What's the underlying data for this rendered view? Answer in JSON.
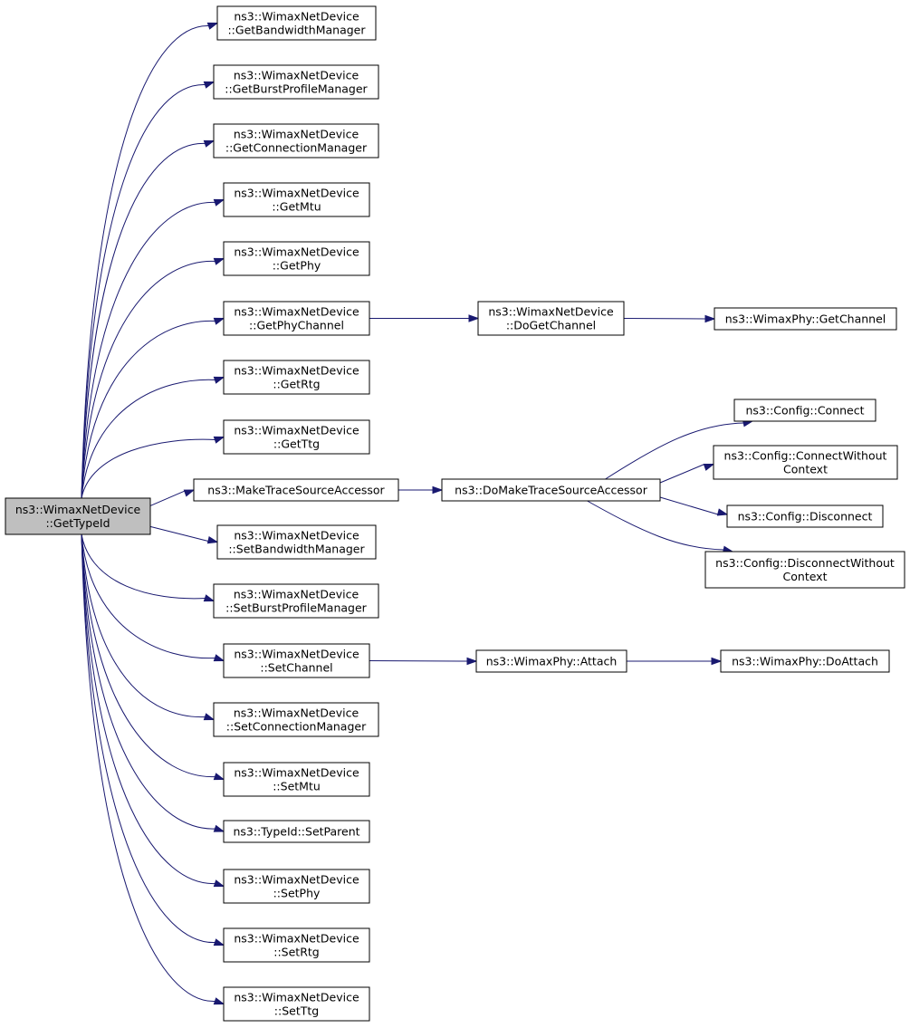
{
  "nodes": [
    {
      "id": "root",
      "lines": [
        "ns3::WimaxNetDevice",
        "::GetTypeId"
      ]
    },
    {
      "id": "gbm",
      "lines": [
        "ns3::WimaxNetDevice",
        "::GetBandwidthManager"
      ]
    },
    {
      "id": "gbpm",
      "lines": [
        "ns3::WimaxNetDevice",
        "::GetBurstProfileManager"
      ]
    },
    {
      "id": "gcm",
      "lines": [
        "ns3::WimaxNetDevice",
        "::GetConnectionManager"
      ]
    },
    {
      "id": "gmtu",
      "lines": [
        "ns3::WimaxNetDevice",
        "::GetMtu"
      ]
    },
    {
      "id": "gphy",
      "lines": [
        "ns3::WimaxNetDevice",
        "::GetPhy"
      ]
    },
    {
      "id": "gphych",
      "lines": [
        "ns3::WimaxNetDevice",
        "::GetPhyChannel"
      ]
    },
    {
      "id": "grtg",
      "lines": [
        "ns3::WimaxNetDevice",
        "::GetRtg"
      ]
    },
    {
      "id": "gttg",
      "lines": [
        "ns3::WimaxNetDevice",
        "::GetTtg"
      ]
    },
    {
      "id": "mtsa",
      "lines": [
        "ns3::MakeTraceSourceAccessor"
      ]
    },
    {
      "id": "sbm",
      "lines": [
        "ns3::WimaxNetDevice",
        "::SetBandwidthManager"
      ]
    },
    {
      "id": "sbpm",
      "lines": [
        "ns3::WimaxNetDevice",
        "::SetBurstProfileManager"
      ]
    },
    {
      "id": "sch",
      "lines": [
        "ns3::WimaxNetDevice",
        "::SetChannel"
      ]
    },
    {
      "id": "scm",
      "lines": [
        "ns3::WimaxNetDevice",
        "::SetConnectionManager"
      ]
    },
    {
      "id": "smtu",
      "lines": [
        "ns3::WimaxNetDevice",
        "::SetMtu"
      ]
    },
    {
      "id": "spar",
      "lines": [
        "ns3::TypeId::SetParent"
      ]
    },
    {
      "id": "sphy",
      "lines": [
        "ns3::WimaxNetDevice",
        "::SetPhy"
      ]
    },
    {
      "id": "srtg",
      "lines": [
        "ns3::WimaxNetDevice",
        "::SetRtg"
      ]
    },
    {
      "id": "sttg",
      "lines": [
        "ns3::WimaxNetDevice",
        "::SetTtg"
      ]
    },
    {
      "id": "dgch",
      "lines": [
        "ns3::WimaxNetDevice",
        "::DoGetChannel"
      ]
    },
    {
      "id": "wgch",
      "lines": [
        "ns3::WimaxPhy::GetChannel"
      ]
    },
    {
      "id": "dmtsa",
      "lines": [
        "ns3::DoMakeTraceSourceAccessor"
      ]
    },
    {
      "id": "cconn",
      "lines": [
        "ns3::Config::Connect"
      ]
    },
    {
      "id": "cconnwc",
      "lines": [
        "ns3::Config::ConnectWithout",
        "Context"
      ]
    },
    {
      "id": "cdisc",
      "lines": [
        "ns3::Config::Disconnect"
      ]
    },
    {
      "id": "cdiscwc",
      "lines": [
        "ns3::Config::DisconnectWithout",
        "Context"
      ]
    },
    {
      "id": "watt",
      "lines": [
        "ns3::WimaxPhy::Attach"
      ]
    },
    {
      "id": "wdoatt",
      "lines": [
        "ns3::WimaxPhy::DoAttach"
      ]
    }
  ],
  "edges": [
    [
      "root",
      "gbm"
    ],
    [
      "root",
      "gbpm"
    ],
    [
      "root",
      "gcm"
    ],
    [
      "root",
      "gmtu"
    ],
    [
      "root",
      "gphy"
    ],
    [
      "root",
      "gphych"
    ],
    [
      "root",
      "grtg"
    ],
    [
      "root",
      "gttg"
    ],
    [
      "root",
      "mtsa"
    ],
    [
      "root",
      "sbm"
    ],
    [
      "root",
      "sbpm"
    ],
    [
      "root",
      "sch"
    ],
    [
      "root",
      "scm"
    ],
    [
      "root",
      "smtu"
    ],
    [
      "root",
      "spar"
    ],
    [
      "root",
      "sphy"
    ],
    [
      "root",
      "srtg"
    ],
    [
      "root",
      "sttg"
    ],
    [
      "gphych",
      "dgch"
    ],
    [
      "dgch",
      "wgch"
    ],
    [
      "mtsa",
      "dmtsa"
    ],
    [
      "dmtsa",
      "cconn"
    ],
    [
      "dmtsa",
      "cconnwc"
    ],
    [
      "dmtsa",
      "cdisc"
    ],
    [
      "dmtsa",
      "cdiscwc"
    ],
    [
      "sch",
      "watt"
    ],
    [
      "watt",
      "wdoatt"
    ]
  ]
}
